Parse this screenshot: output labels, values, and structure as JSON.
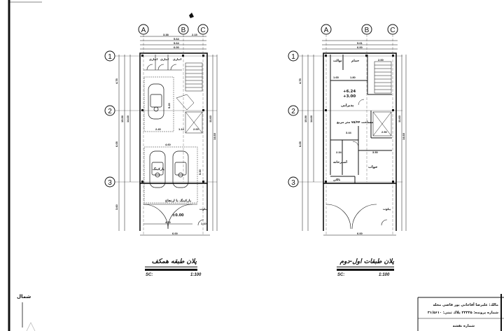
{
  "north_label": "شمال",
  "plans": [
    {
      "title": "پلان طبقه همكف",
      "scale_label": "SC:",
      "scale_value": "1:100",
      "grid_cols": [
        "A",
        "B",
        "C"
      ],
      "grid_rows": [
        "1",
        "2",
        "3"
      ],
      "level": "±0.00",
      "rooms": [
        "انباری",
        "انباری",
        "انباری",
        "پارکینگ",
        "پیلوت",
        "پارکینگ با ارتفاع"
      ],
      "dims": {
        "top1": "3.38",
        "top2": "2.15",
        "w1": "5.64",
        "w2": "5.64",
        "w3": "6.00",
        "left1": "4.75",
        "left2": "6.05",
        "left3": "3.60",
        "total1": "15.50",
        "total2": "14.60",
        "inner": "11.60",
        "bottom": "6.00",
        "inner_bottom": "4.50",
        "d1": "2.40",
        "d2": "1.14",
        "d3": "2.00",
        "d4": "4.60",
        "d5": "5.20",
        "d6": "5.30",
        "d7": "1.10"
      }
    },
    {
      "title": "پلان طبقات اول-دوم",
      "scale_label": "SC:",
      "scale_value": "1:100",
      "grid_cols": [
        "A",
        "B",
        "C"
      ],
      "grid_rows": [
        "1",
        "2",
        "3"
      ],
      "level1": "+6.24",
      "level2": "+3.00",
      "rooms": [
        "توالت",
        "حمام",
        "پذیرایی",
        "مساحت ۷۵/۴۴ متر مربع",
        "آشپزخانه",
        "خواب",
        "بالکن"
      ],
      "dims": {
        "w1": "5.61",
        "w2": "6.00",
        "left1": "4.75",
        "left2": "6.05",
        "total1": "15.50",
        "total2": "14.60",
        "inner": "11.60",
        "bottom": "6.00",
        "d1": "3.44",
        "d2": "2.50",
        "d3": "3.50",
        "d4": "2.34",
        "d5": "1.65",
        "d6": "1.80",
        "d7": "2.00"
      }
    }
  ],
  "title_block": {
    "owner": "مالك: عليرضا آقاجاني پور قاضي محله",
    "file": "شماره پرونده: ۲۲۳۲۵  پلاك ثبتي: ۳۱/۵۶۱۰",
    "sheet": "شماره نقشه"
  }
}
